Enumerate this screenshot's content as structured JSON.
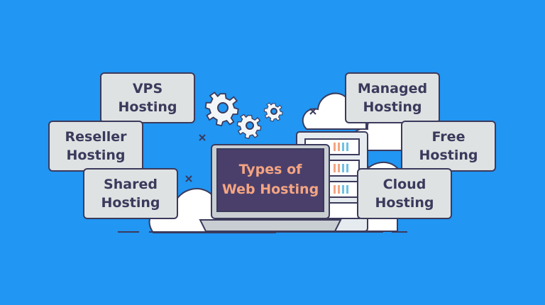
{
  "title": {
    "line1": "Types of",
    "line2": "Web Hosting"
  },
  "cards": {
    "vps": {
      "line1": "VPS",
      "line2": "Hosting"
    },
    "reseller": {
      "line1": "Reseller",
      "line2": "Hosting"
    },
    "shared": {
      "line1": "Shared",
      "line2": "Hosting"
    },
    "managed": {
      "line1": "Managed",
      "line2": "Hosting"
    },
    "free": {
      "line1": "Free",
      "line2": "Hosting"
    },
    "cloud": {
      "line1": "Cloud",
      "line2": "Hosting"
    }
  },
  "colors": {
    "background": "#2196f3",
    "card_fill": "#dfe2e2",
    "outline": "#3b3a5c",
    "screen": "#4a3f6b",
    "title_text": "#f4a582",
    "server_stripes": [
      "#f4a582",
      "#6ec1e4"
    ]
  },
  "icons": [
    "gear-icon",
    "gear-icon",
    "gear-icon",
    "laptop-icon",
    "server-icon",
    "cloud-icon",
    "cross-sparkle-icon"
  ]
}
